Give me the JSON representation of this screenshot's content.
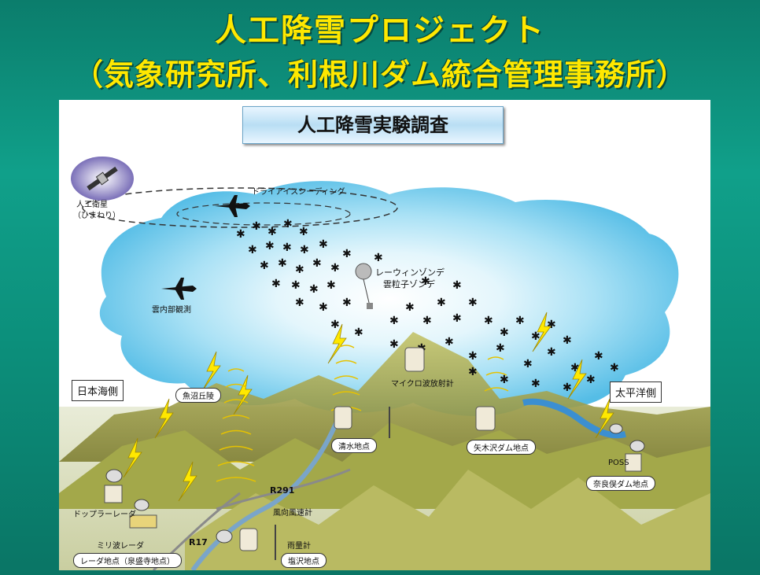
{
  "slide": {
    "title": "人工降雪プロジェクト",
    "subtitle": "（気象研究所、利根川ダム統合管理事務所）"
  },
  "diagram": {
    "title": "人工降雪実験調査",
    "labels": {
      "satellite": "人工衛星",
      "satellite_sub": "（ひまわり）",
      "dry_ice": "ドライアイスシーディング",
      "cloud_obs": "雲内部観測",
      "sonde1": "レーウィンゾンデ",
      "sonde2": "雲粒子ゾンデ",
      "microwave": "マイクロ波放射計",
      "japan_sea": "日本海側",
      "pacific": "太平洋側",
      "uonuma": "魚沼丘陵",
      "shimizu": "清水地点",
      "yagisawa": "矢木沢ダム地点",
      "naramata": "奈良俣ダム地点",
      "poss": "POSS",
      "doppler": "ドップラーレーダ",
      "milli": "ミリ波レーダ",
      "radar_site": "レーダ地点（泉盛寺地点）",
      "r291": "R291",
      "r17": "R17",
      "wind": "風向風速計",
      "rain": "雨量計",
      "shiozawa": "塩沢地点"
    }
  },
  "colors": {
    "title_text": "#ffe800",
    "background": "#0d8a78",
    "cloud": "#7fd0f0",
    "mountain": "#9a9a40",
    "lightning": "#ffe800"
  }
}
